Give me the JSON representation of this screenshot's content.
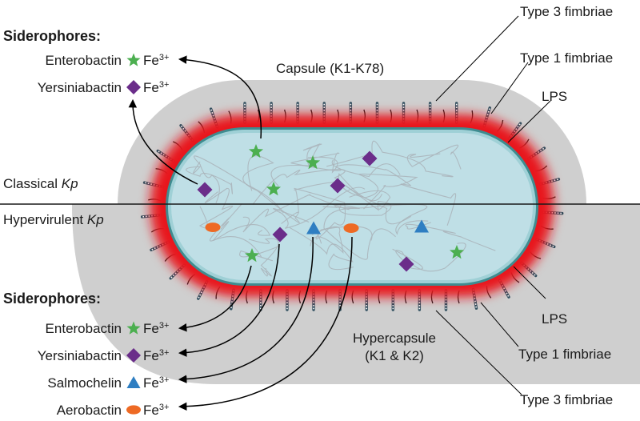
{
  "labels": {
    "siderophores_top": "Siderophores:",
    "siderophores_bottom": "Siderophores:",
    "capsule": "Capsule (K1-K78)",
    "hypercapsule_line1": "Hypercapsule",
    "hypercapsule_line2": "(K1 & K2)",
    "classical_prefix": "Classical ",
    "classical_italic": "Kp",
    "hypervirulent_prefix": "Hypervirulent ",
    "hypervirulent_italic": "Kp",
    "type3_top": "Type 3 fimbriae",
    "type1_top": "Type 1 fimbriae",
    "lps_top": "LPS",
    "lps_bottom": "LPS",
    "type1_bottom": "Type 1 fimbriae",
    "type3_bottom": "Type 3 fimbriae"
  },
  "iron": {
    "prefix": "Fe",
    "charge": "3+"
  },
  "siderophores_classical": [
    {
      "name": "Enterobactin",
      "symbol": "star"
    },
    {
      "name": "Yersiniabactin",
      "symbol": "diamond"
    }
  ],
  "siderophores_hypervirulent": [
    {
      "name": "Enterobactin",
      "symbol": "star"
    },
    {
      "name": "Yersiniabactin",
      "symbol": "diamond"
    },
    {
      "name": "Salmochelin",
      "symbol": "triangle"
    },
    {
      "name": "Aerobactin",
      "symbol": "oval"
    }
  ],
  "colors": {
    "star": "#4caf50",
    "diamond": "#6b2d8a",
    "triangle": "#2e7ec2",
    "oval": "#ee6a24",
    "capsule_fill": "#cfcfcf",
    "membrane_red": "#e8141e",
    "cytoplasm": "#bfdfe6",
    "cell_wall": "#3f8c90"
  }
}
